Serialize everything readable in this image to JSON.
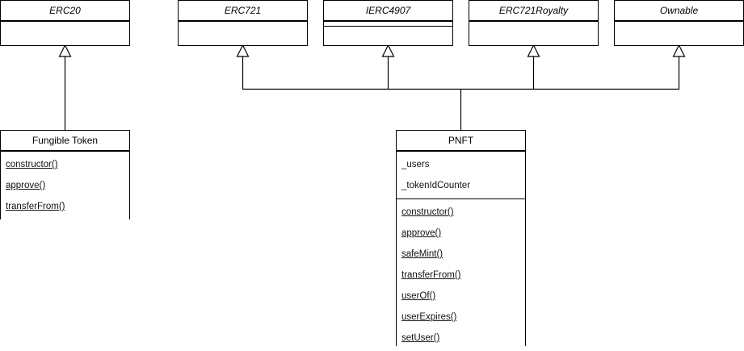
{
  "diagram": {
    "type": "uml-class-diagram",
    "background_color": "#ffffff",
    "line_color": "#000000",
    "text_color": "#000000",
    "classes": [
      {
        "id": "erc20",
        "name": "ERC20",
        "abstract": true,
        "attributes": [],
        "methods": []
      },
      {
        "id": "erc721",
        "name": "ERC721",
        "abstract": true,
        "attributes": [],
        "methods": []
      },
      {
        "id": "ierc4907",
        "name": "IERC4907",
        "abstract": true,
        "attributes": [],
        "methods": []
      },
      {
        "id": "erc721royalty",
        "name": "ERC721Royalty",
        "abstract": true,
        "attributes": [],
        "methods": []
      },
      {
        "id": "ownable",
        "name": "Ownable",
        "abstract": true,
        "attributes": [],
        "methods": []
      },
      {
        "id": "fungible-token",
        "name": "Fungible Token",
        "abstract": false,
        "attributes": [],
        "methods": [
          "constructor()",
          "approve()",
          "transferFrom()"
        ]
      },
      {
        "id": "pnft",
        "name": "PNFT",
        "abstract": false,
        "attributes": [
          "_users",
          "_tokenIdCounter"
        ],
        "methods": [
          "constructor()",
          "approve()",
          "safeMint()",
          "transferFrom()",
          "userOf()",
          "userExpires()",
          "setUser()"
        ]
      }
    ],
    "relationships": [
      {
        "type": "generalization",
        "from": "fungible-token",
        "to": "erc20"
      },
      {
        "type": "generalization",
        "from": "pnft",
        "to": "erc721"
      },
      {
        "type": "generalization",
        "from": "pnft",
        "to": "ierc4907"
      },
      {
        "type": "generalization",
        "from": "pnft",
        "to": "erc721royalty"
      },
      {
        "type": "generalization",
        "from": "pnft",
        "to": "ownable"
      }
    ]
  }
}
